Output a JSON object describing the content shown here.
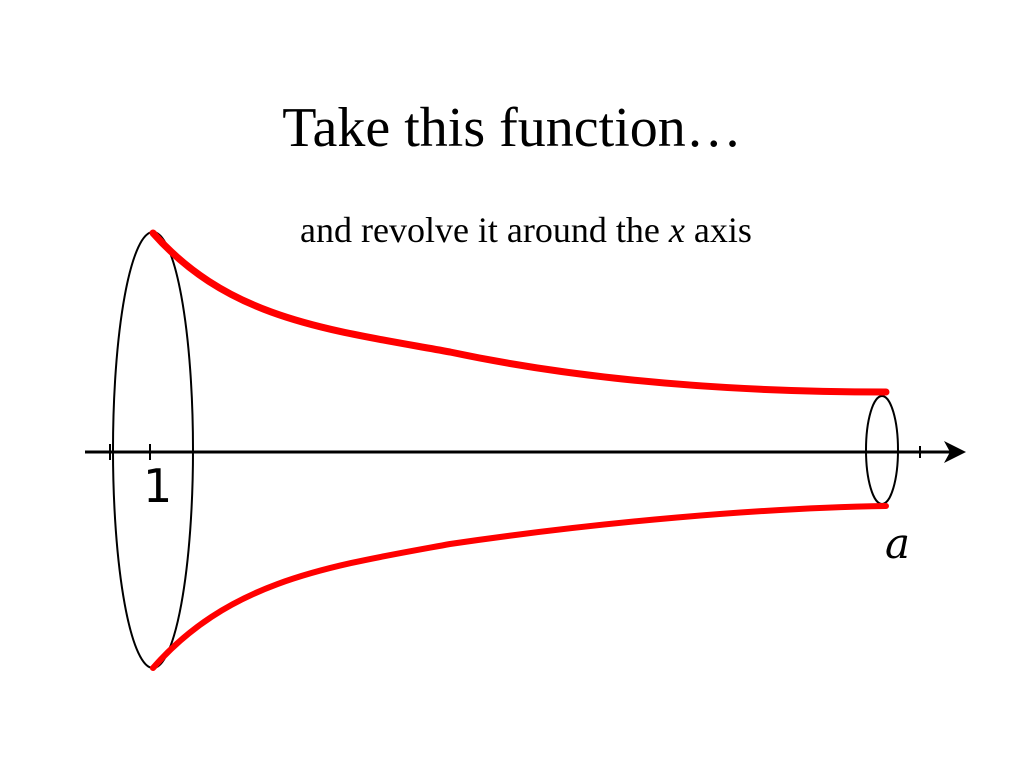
{
  "title": "Take this function…",
  "subtitle": {
    "before": "and revolve it around the ",
    "variable": "x",
    "after": " axis"
  },
  "labels": {
    "x_one": "1",
    "x_a": "a"
  },
  "colors": {
    "curve": "#ff0000",
    "axis": "#000000",
    "outline": "#000000"
  }
}
